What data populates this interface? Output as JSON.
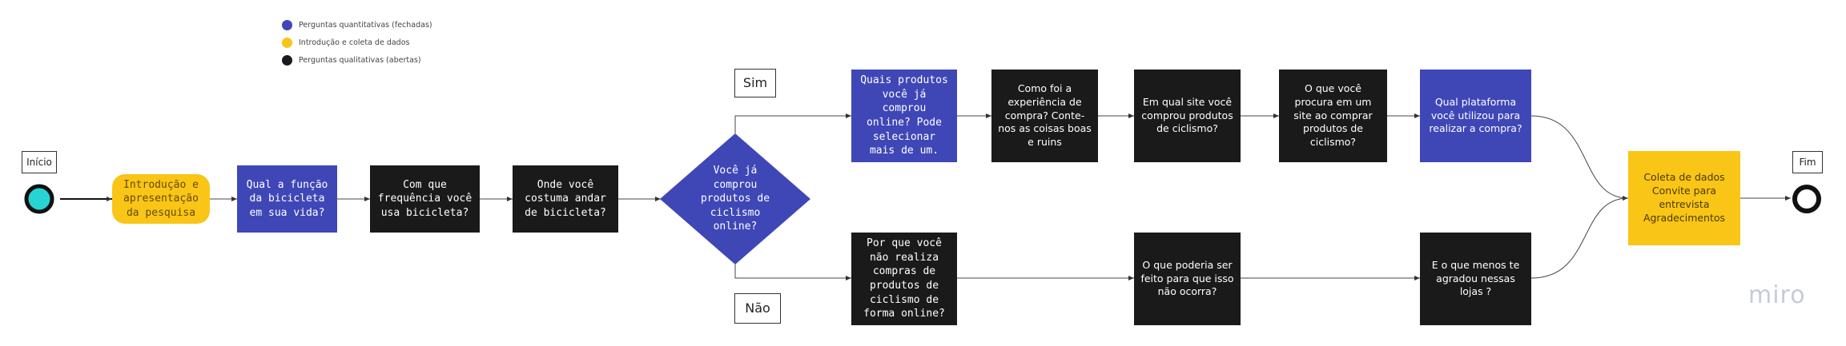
{
  "legend": [
    {
      "label": "Perguntas quantitativas (fechadas)",
      "color": "#3f47b7"
    },
    {
      "label": "Introdução e coleta de dados",
      "color": "#f9c517"
    },
    {
      "label": "Perguntas qualitativas (abertas)",
      "color": "#1a1a1a"
    }
  ],
  "start": {
    "label": "Início"
  },
  "end": {
    "label": "Fim"
  },
  "branch": {
    "yes": "Sim",
    "no": "Não"
  },
  "nodes": {
    "intro": "Introdução e apresentação da pesquisa",
    "q_role": "Qual a função da bicicleta em sua vida?",
    "q_frequency": "Com que frequência você usa bicicleta?",
    "q_where": "Onde você costuma andar de bicicleta?",
    "q_bought_online": "Você já comprou produtos de ciclismo online?",
    "q_products": "Quais produtos você já comprou online? Pode selecionar mais de um.",
    "q_experience": "Como foi a experiência de compra? Conte-nos as coisas boas e ruins",
    "q_site": "Em qual site você comprou produtos de ciclismo?",
    "q_looking_for": "O que você procura em um site ao comprar produtos de ciclismo?",
    "q_platform": "Qual plataforma você utilizou para realizar a compra?",
    "q_why_not": "Por que você não realiza compras de produtos de ciclismo de forma online?",
    "q_what_could": "O que poderia ser feito para que isso não ocorra?",
    "q_least_liked": "E o que menos te agradou nessas lojas ?",
    "collect": "Coleta de dados Convite para entrevista Agradecimentos"
  },
  "logo": "miro"
}
